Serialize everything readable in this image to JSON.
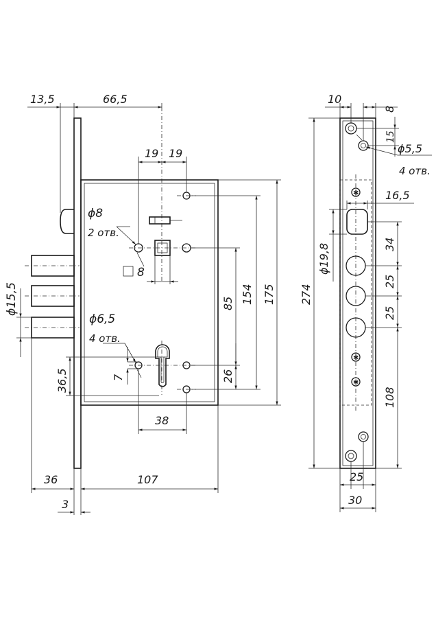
{
  "front_view": {
    "dim_backset_offset": "13,5",
    "dim_backset": "66,5",
    "dim_spindle_left": "19",
    "dim_spindle_right": "19",
    "hole_diameter_top": "ϕ8",
    "hole_count_top": "2 отв.",
    "spindle_square": "8",
    "bolt_diameter": "ϕ15,5",
    "hole_diameter_bottom": "ϕ6,5",
    "hole_count_bottom": "4 отв.",
    "dim_7": "7",
    "dim_36_5": "36,5",
    "dim_38": "38",
    "dim_26": "26",
    "dim_85": "85",
    "dim_154": "154",
    "dim_175": "175",
    "dim_36": "36",
    "dim_107": "107",
    "dim_3": "3"
  },
  "side_view": {
    "dim_10": "10",
    "dim_8": "8",
    "dim_15": "15",
    "screw_diameter": "ϕ5,5",
    "screw_count": "4 отв.",
    "dim_16_5": "16,5",
    "latch_diameter": "ϕ19,8",
    "dim_34": "34",
    "dim_25_a": "25",
    "dim_25_b": "25",
    "dim_108": "108",
    "dim_274": "274",
    "dim_25_bottom": "25",
    "dim_30": "30"
  }
}
